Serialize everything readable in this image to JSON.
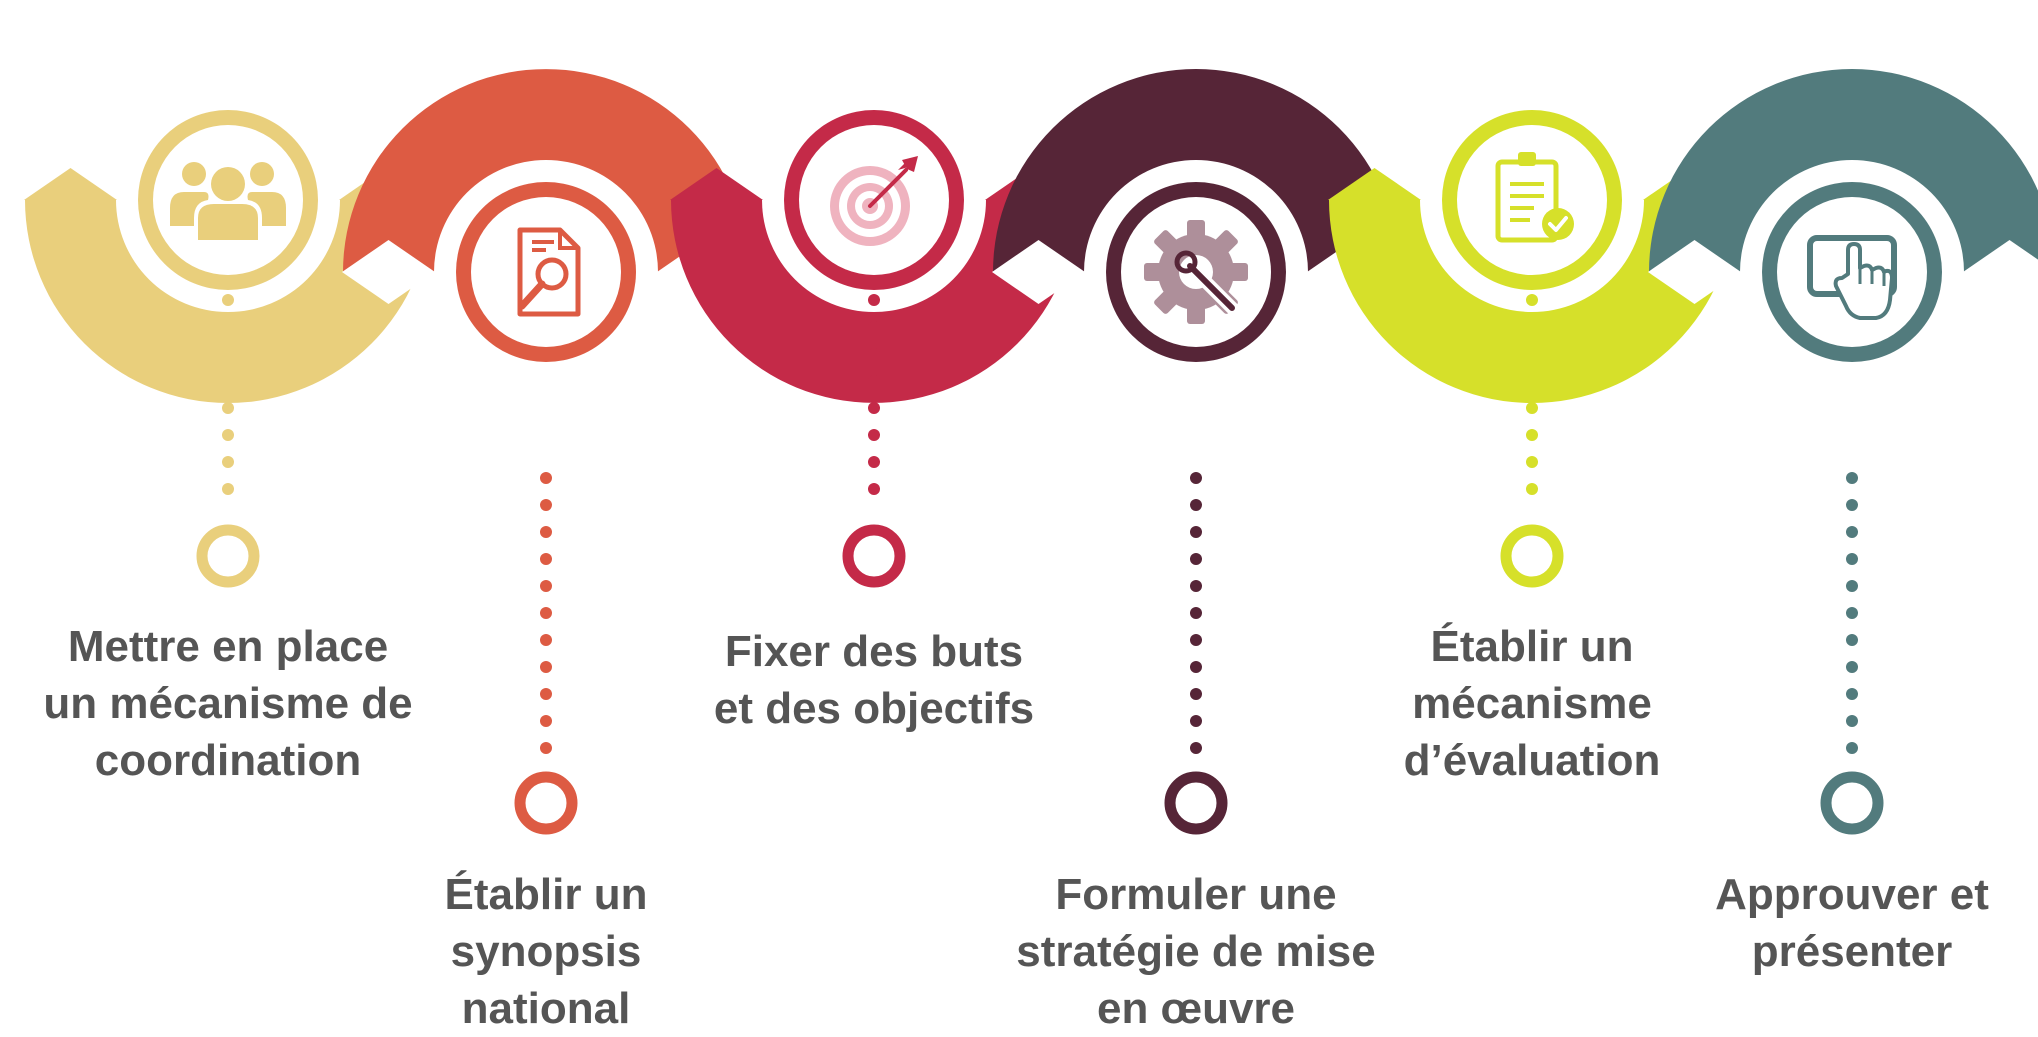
{
  "steps": [
    {
      "lines": [
        "Mettre en place",
        "un mécanisme de",
        "coordination"
      ],
      "color": "#E9CF7C",
      "icon": "people-group-icon",
      "icon_color": "#E9CF7C",
      "position": "up",
      "width": "wide"
    },
    {
      "lines": [
        "Établir un",
        "synopsis",
        "national"
      ],
      "color": "#DD5B43",
      "icon": "document-search-icon",
      "icon_color": "#DD5B43",
      "position": "down",
      "width": "wide"
    },
    {
      "lines": [
        "Fixer des buts",
        "et des objectifs"
      ],
      "color": "#C42A48",
      "icon": "target-arrow-icon",
      "icon_color": "#EFB3BF",
      "position": "up",
      "width": "wide"
    },
    {
      "lines": [
        "Formuler une",
        "stratégie de mise",
        "en œuvre"
      ],
      "color": "#562537",
      "icon": "gear-wrench-icon",
      "icon_color": "#AE8F9A",
      "position": "down",
      "width": "wide"
    },
    {
      "lines": [
        "Établir un",
        "mécanisme",
        "d’évaluation"
      ],
      "color": "#D6E02A",
      "icon": "clipboard-check-icon",
      "icon_color": "#D6E02A",
      "position": "up",
      "width": "wide"
    },
    {
      "lines": [
        "Approuver et",
        "présenter"
      ],
      "color": "#527B7D",
      "icon": "tablet-touch-icon",
      "icon_color": "#527B7D",
      "position": "down",
      "width": "wide"
    }
  ]
}
